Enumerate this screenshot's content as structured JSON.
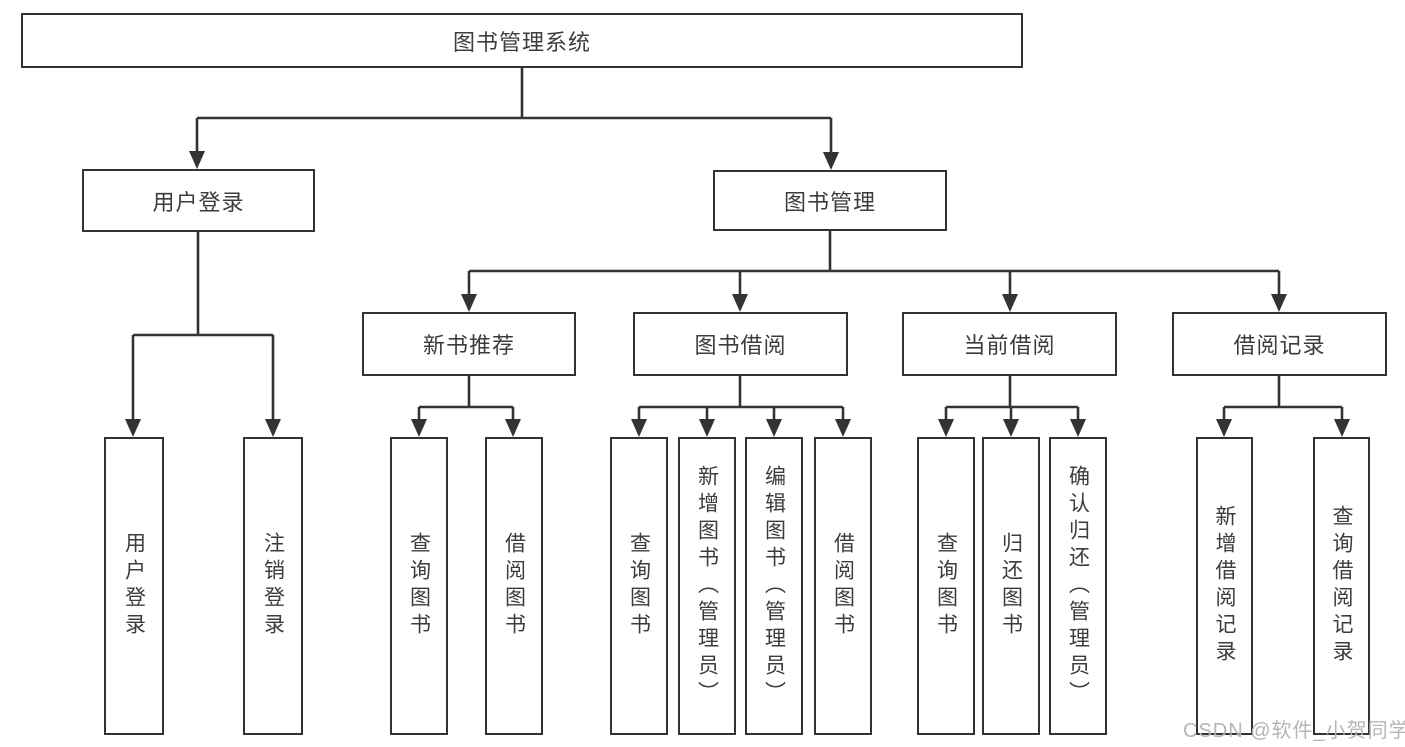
{
  "nodes": {
    "root": "图书管理系统",
    "user_login": "用户登录",
    "book_mgmt": "图书管理",
    "new_book_rec": "新书推荐",
    "book_borrow": "图书借阅",
    "current_borrow": "当前借阅",
    "borrow_record": "借阅记录",
    "leaves_user_login": [
      "用户登录",
      "注销登录"
    ],
    "leaves_new_book_rec": [
      "查询图书",
      "借阅图书"
    ],
    "leaves_book_borrow": [
      "查询图书",
      "新增图书（管理员）",
      "编辑图书（管理员）",
      "借阅图书"
    ],
    "leaves_current_borrow": [
      "查询图书",
      "归还图书",
      "确认归还（管理员）"
    ],
    "leaves_borrow_record": [
      "新增借阅记录",
      "查询借阅记录"
    ]
  },
  "watermark": "CSDN @软件_小贺同学",
  "colors": {
    "line": "#333333",
    "text": "#3c3c3c",
    "watermark": "#b5b5b5",
    "background": "#ffffff"
  }
}
